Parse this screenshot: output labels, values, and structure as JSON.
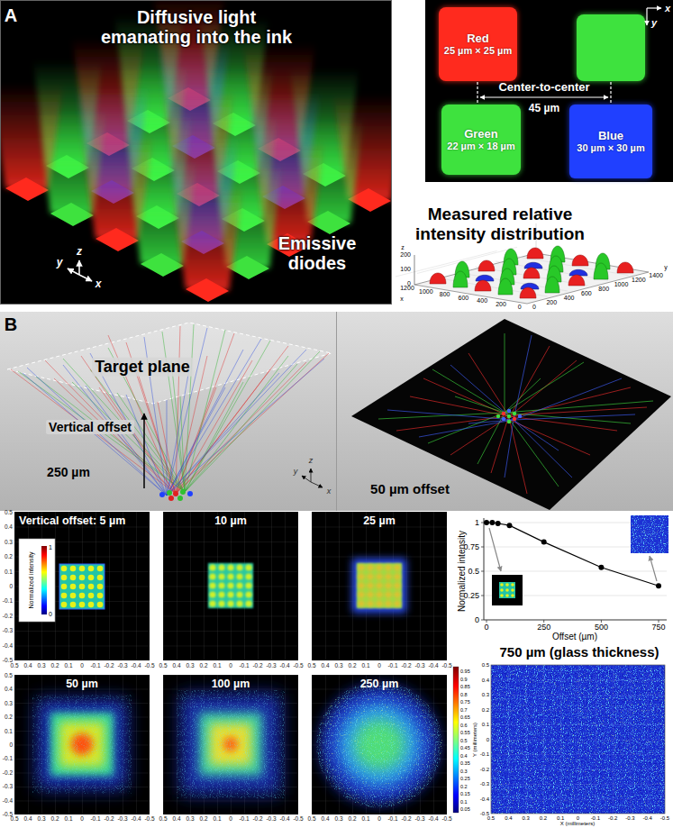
{
  "diagram": {
    "nodes": [
      {
        "text": [
          "Red",
          "25 µm × 25 µm"
        ]
      },
      {
        "text": [
          "Green",
          "22 µm × 18 µm"
        ]
      },
      {
        "text": [
          "Blue",
          "30 µm × 30 µm"
        ]
      },
      {
        "text": [
          "Vertical offset: 5 µm"
        ]
      },
      {
        "text": [
          "Normalized intensity",
          "1",
          "0"
        ],
        "in": 3
      },
      {
        "text": [
          "10 µm"
        ]
      },
      {
        "text": [
          "25 µm"
        ]
      },
      {
        "text": [
          "50 µm"
        ]
      },
      {
        "text": [
          "100 µm"
        ]
      },
      {
        "text": [
          "250 µm"
        ]
      },
      {
        "text": [
          "750 µm (glass thickness)"
        ]
      }
    ],
    "labels": [
      "A",
      "Diffusive light emanating into the ink",
      "Emissive diodes",
      "y",
      "z",
      "x",
      "x",
      "y",
      "Center-to-center",
      "45 µm",
      "Measured relative intensity distribution",
      "z",
      "200",
      "100",
      "0",
      "1200",
      "1000",
      "800",
      "600",
      "400",
      "200",
      "0",
      "x",
      "0",
      "200",
      "400",
      "600",
      "800",
      "1000",
      "1200",
      "1400",
      "y",
      "B",
      "Target plane",
      "Vertical offset",
      "250 µm",
      "y",
      "z",
      "x",
      "50 µm offset",
      "0.5",
      "0.4",
      "0.3",
      "0.2",
      "0.1",
      "0",
      "-0.1",
      "-0.2",
      "-0.3",
      "-0.4",
      "-0.5",
      "0.5",
      "0.4",
      "0.3",
      "0.2",
      "0.1",
      "0",
      "-0.1",
      "-0.2",
      "-0.3",
      "-0.4",
      "-0.5",
      "0.5",
      "0.4",
      "0.3",
      "0.2",
      "0.1",
      "0",
      "-0.1",
      "-0.2",
      "-0.3",
      "-0.4",
      "-0.5",
      "0.5",
      "0.4",
      "0.3",
      "0.2",
      "0.1",
      "0",
      "-0.1",
      "-0.2",
      "-0.3",
      "-0.4",
      "-0.5",
      "0.5",
      "0.4",
      "0.3",
      "0.2",
      "0.1",
      "0",
      "-0.1",
      "-0.2",
      "-0.3",
      "-0.4",
      "-0.5",
      "0.5",
      "0.4",
      "0.3",
      "0.2",
      "0.1",
      "0",
      "-0.1",
      "-0.2",
      "-0.3",
      "-0.4",
      "-0.5",
      "0.5",
      "0.4",
      "0.3",
      "0.2",
      "0.1",
      "0",
      "-0.1",
      "-0.2",
      "-0.3",
      "-0.4",
      "-0.5",
      "0.5",
      "0.4",
      "0.3",
      "0.2",
      "0.1",
      "0",
      "-0.1",
      "-0.2",
      "-0.3",
      "-0.4",
      "-0.5",
      "Normalized intensity",
      "1",
      "0.75",
      "0.5",
      "0.25",
      "0",
      "0",
      "250",
      "500",
      "750",
      "Offset (µm)",
      "Y (millimeters)",
      "0.95",
      "0.9",
      "0.85",
      "0.8",
      "0.75",
      "0.7",
      "0.65",
      "0.6",
      "0.55",
      "0.5",
      "0.45",
      "0.4",
      "0.35",
      "0.3",
      "0.25",
      "0.2",
      "0.15",
      "0.1",
      "0.05",
      "0.5",
      "0.4",
      "0.3",
      "0.2",
      "0.1",
      "0",
      "-0.1",
      "-0.2",
      "-0.3",
      "-0.4",
      "-0.5",
      "0.5",
      "0.4",
      "0.3",
      "0.2",
      "0.1",
      "0",
      "-0.1",
      "-0.2",
      "-0.3",
      "-0.4",
      "-0.5",
      "X (millimeters)"
    ]
  }
}
